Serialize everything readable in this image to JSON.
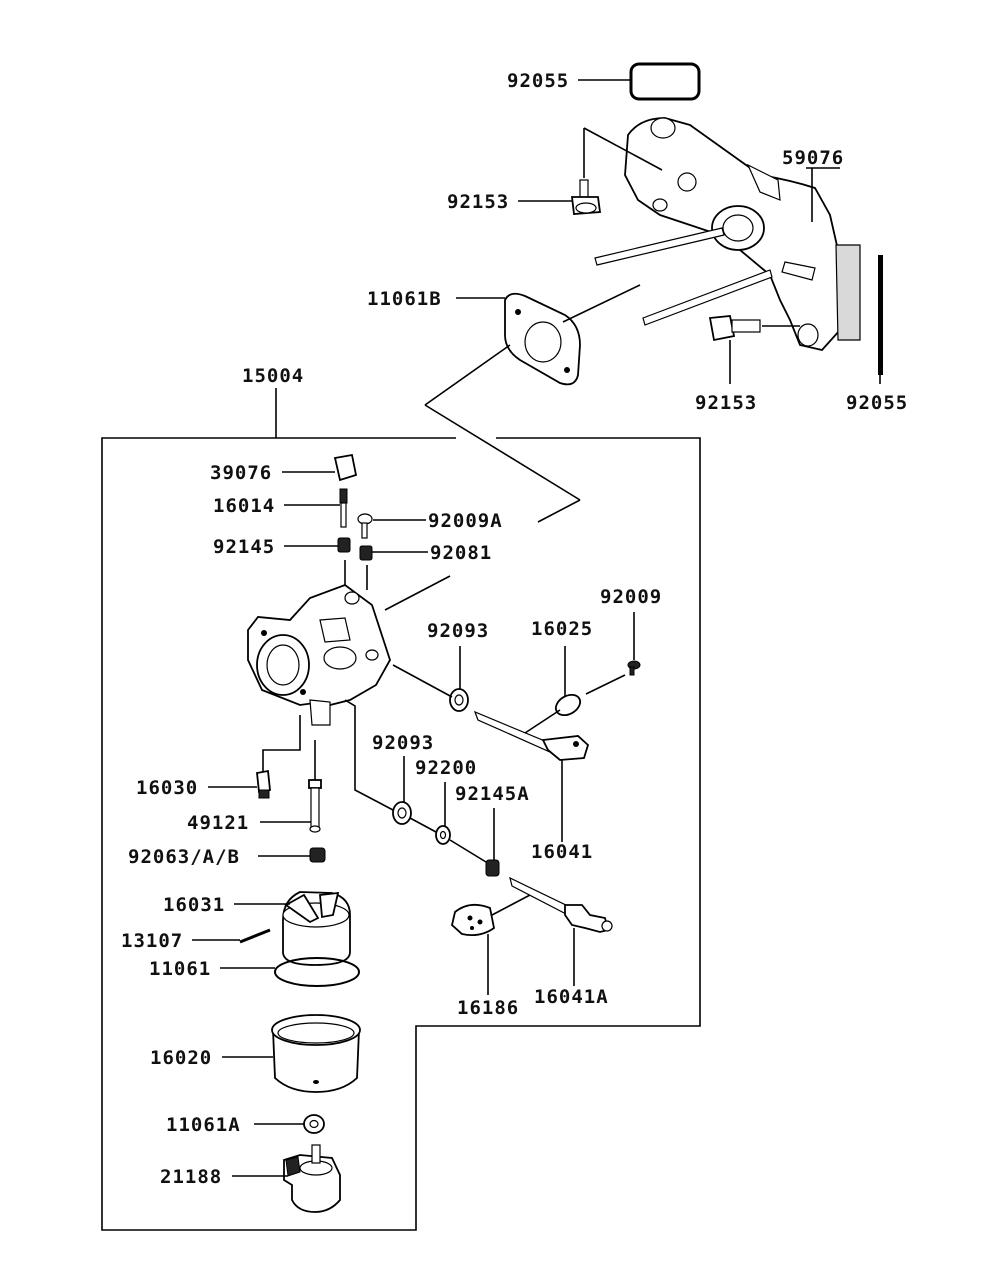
{
  "labels": {
    "l_92055_top": "92055",
    "l_59076": "59076",
    "l_92153_top": "92153",
    "l_11061B": "11061B",
    "l_92153_bot": "92153",
    "l_92055_right": "92055",
    "l_15004": "15004",
    "l_39076": "39076",
    "l_16014": "16014",
    "l_92009A": "92009A",
    "l_92145": "92145",
    "l_92081": "92081",
    "l_92009": "92009",
    "l_16025": "16025",
    "l_92093_a": "92093",
    "l_92093_b": "92093",
    "l_92200": "92200",
    "l_92145A": "92145A",
    "l_16041": "16041",
    "l_16030": "16030",
    "l_49121": "49121",
    "l_92063": "92063/A/B",
    "l_16031": "16031",
    "l_13107": "13107",
    "l_11061": "11061",
    "l_16186": "16186",
    "l_16041A": "16041A",
    "l_16020": "16020",
    "l_11061A": "11061A",
    "l_21188": "21188"
  }
}
